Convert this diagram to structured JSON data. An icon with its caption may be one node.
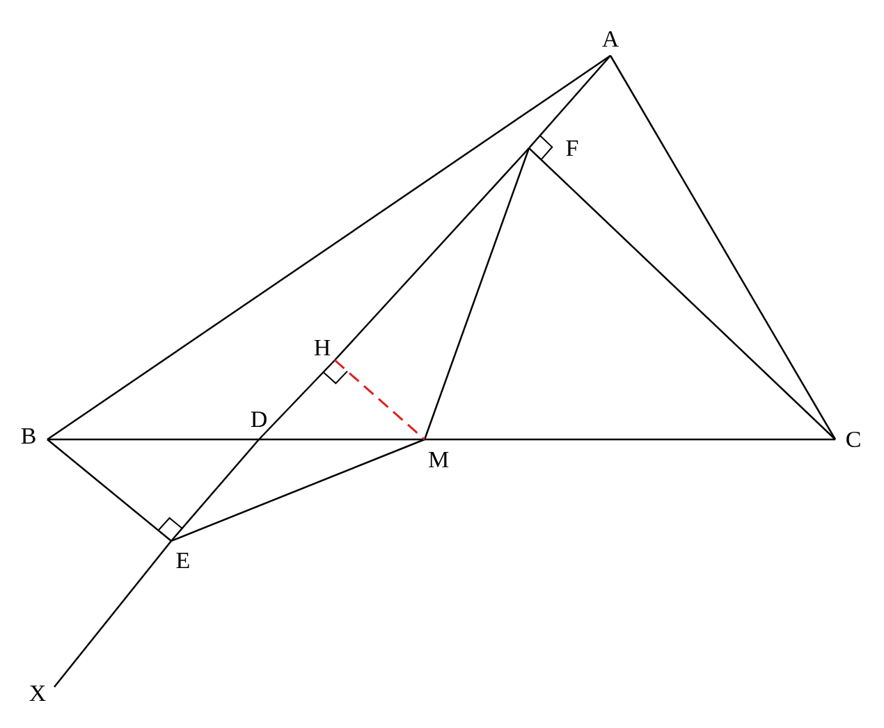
{
  "diagram": {
    "nodes": [
      {
        "text": [
          "A"
        ]
      },
      {
        "text": [
          "F"
        ]
      },
      {
        "text": [
          "H"
        ]
      },
      {
        "text": [
          "B"
        ]
      },
      {
        "text": [
          "D"
        ]
      },
      {
        "text": [
          "M"
        ]
      },
      {
        "text": [
          "C"
        ]
      },
      {
        "text": [
          "E"
        ]
      },
      {
        "text": [
          "X"
        ]
      }
    ],
    "edges": [
      {
        "from": 0,
        "to": 3,
        "arrow": "none"
      },
      {
        "from": 0,
        "to": 6,
        "arrow": "none"
      },
      {
        "from": 0,
        "to": 1,
        "arrow": "none"
      },
      {
        "from": 1,
        "to": 2,
        "arrow": "none"
      },
      {
        "from": 2,
        "to": 4,
        "arrow": "none"
      },
      {
        "from": 4,
        "to": 7,
        "arrow": "none"
      },
      {
        "from": 7,
        "to": 8,
        "arrow": "none"
      },
      {
        "from": 3,
        "to": 4,
        "arrow": "none"
      },
      {
        "from": 4,
        "to": 5,
        "arrow": "none"
      },
      {
        "from": 5,
        "to": 6,
        "arrow": "none"
      },
      {
        "from": 3,
        "to": 7,
        "arrow": "none"
      },
      {
        "from": 7,
        "to": 5,
        "arrow": "none"
      },
      {
        "from": 1,
        "to": 5,
        "arrow": "none"
      },
      {
        "from": 1,
        "to": 6,
        "arrow": "none"
      },
      {
        "from": 2,
        "to": 5,
        "arrow": "none",
        "style": "dashed",
        "color": "#e02020"
      }
    ]
  }
}
